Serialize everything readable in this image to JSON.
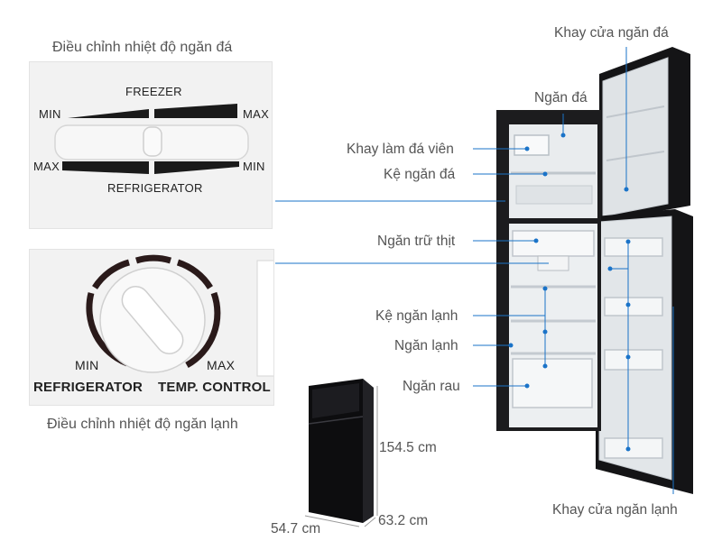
{
  "freezer_panel": {
    "caption": "Điều chỉnh nhiệt độ ngăn đá",
    "freezer": "FREEZER",
    "refrigerator": "REFRIGERATOR",
    "min_top": "MIN",
    "max_top": "MAX",
    "max_bottom": "MAX",
    "min_bottom": "MIN"
  },
  "fridge_panel": {
    "caption": "Điều chỉnh nhiệt độ ngăn lạnh",
    "min": "MIN",
    "max": "MAX",
    "refrigerator": "REFRIGERATOR",
    "temp_control": "TEMP. CONTROL"
  },
  "labels": {
    "freezer_door_tray": "Khay cửa ngăn đá",
    "freezer": "Ngăn đá",
    "ice_tray": "Khay làm đá viên",
    "freezer_shelf": "Kệ ngăn đá",
    "meat_compartment": "Ngăn trữ thịt",
    "fridge_shelf": "Kệ ngăn lạnh",
    "fridge": "Ngăn lạnh",
    "vegetable": "Ngăn rau",
    "fridge_door_tray": "Khay cửa ngăn lạnh"
  },
  "dimensions": {
    "height": "154.5 cm",
    "width": "54.7 cm",
    "depth": "63.2 cm"
  },
  "colors": {
    "leader_line": "#1a73c8",
    "fridge_body": "#1c1c1e",
    "panel_bg": "#f2f2f2",
    "scale_dark": "#2a1a1a"
  }
}
